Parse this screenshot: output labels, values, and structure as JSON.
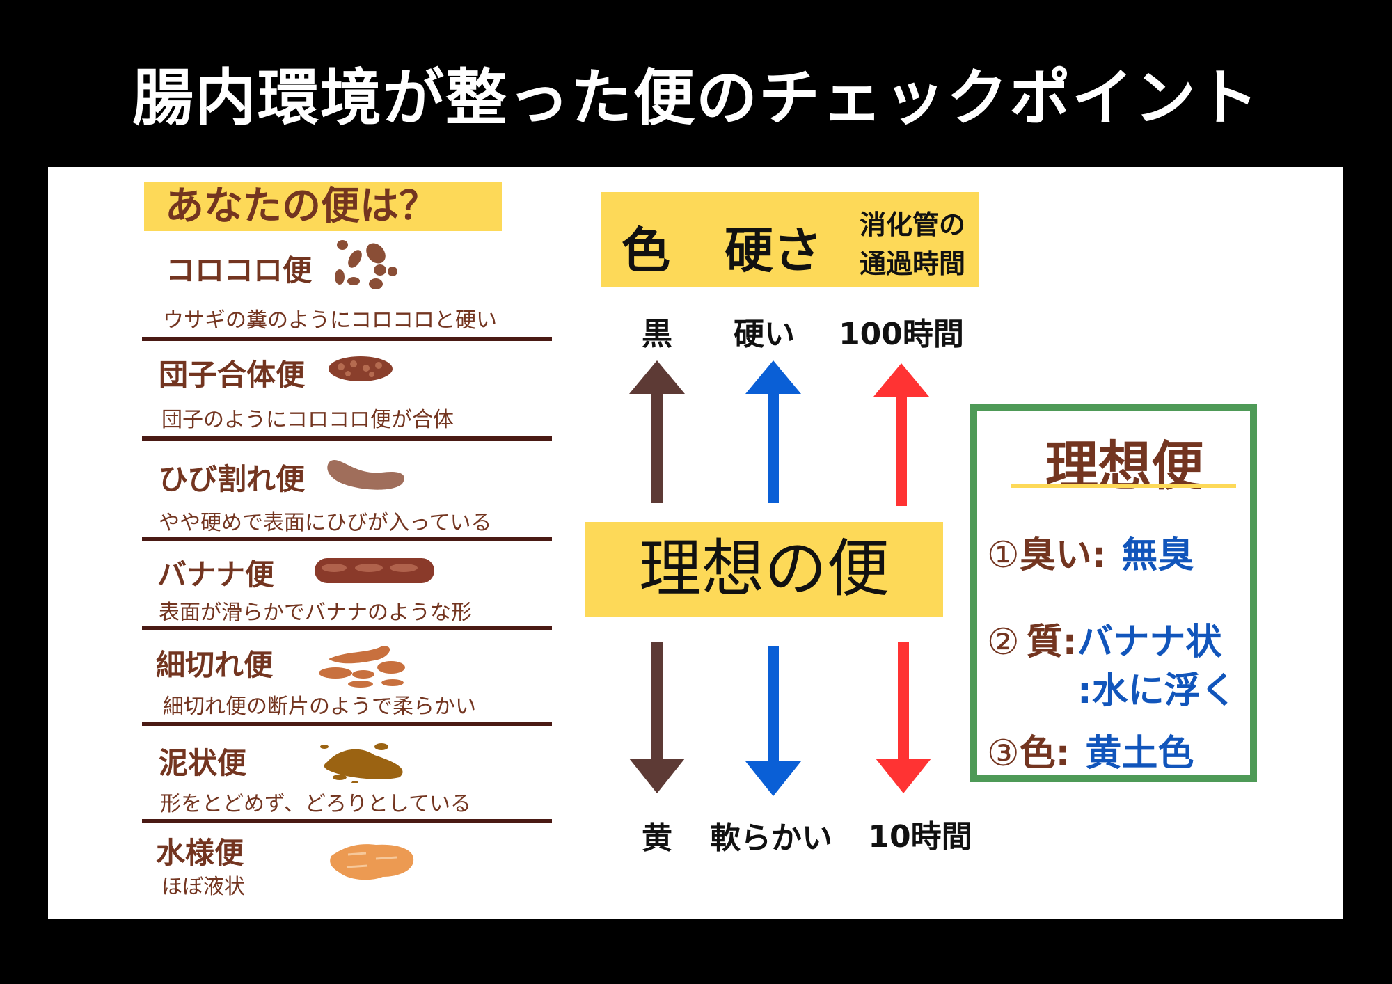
{
  "title": "腸内環境が整った便のチェックポイント",
  "left": {
    "header": "あなたの便は？",
    "items": [
      {
        "name": "コロコロ便",
        "desc": "ウサギの糞のようにコロコロと硬い"
      },
      {
        "name": "団子合体便",
        "desc": "団子のようにコロコロ便が合体"
      },
      {
        "name": "ひび割れ便",
        "desc": "やや硬めで表面にひびが入っている"
      },
      {
        "name": "バナナ便",
        "desc": "表面が滑らかでバナナのような形"
      },
      {
        "name": "細切れ便",
        "desc": "細切れ便の断片のようで柔らかい"
      },
      {
        "name": "泥状便",
        "desc": "形をとどめず、どろりとしている"
      },
      {
        "name": "水様便",
        "desc": "ほぼ液状"
      }
    ]
  },
  "middle": {
    "header": {
      "color": "色",
      "hardness": "硬さ",
      "transit_1": "消化管の",
      "transit_2": "通過時間"
    },
    "top": {
      "color": "黒",
      "hardness": "硬い",
      "transit": "100時間"
    },
    "center": "理想の便",
    "bottom": {
      "color": "黄",
      "hardness": "軟らかい",
      "transit": "10時間"
    },
    "arrow_colors": [
      "#5d3a35",
      "#0a5fd6",
      "#ff3333"
    ]
  },
  "ideal": {
    "title": "理想便",
    "items": [
      {
        "num": "①",
        "label": "臭い:",
        "value": "無臭"
      },
      {
        "num": "②",
        "label": "質:",
        "value": "バナナ状",
        "value2": ":水に浮く"
      },
      {
        "num": "③",
        "label": "色:",
        "value": "黄土色"
      }
    ]
  }
}
